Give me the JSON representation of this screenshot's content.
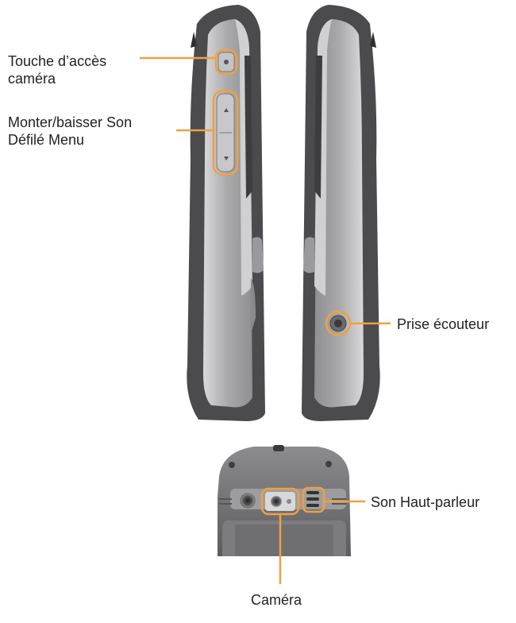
{
  "labels": {
    "camera_key_line1": "Touche d’accès",
    "camera_key_line2": "caméra",
    "volume_line1": "Monter/baisser Son",
    "volume_line2": "Défilé Menu",
    "earphone_jack": "Prise écouteur",
    "speaker": "Son Haut-parleur",
    "camera": "Caméra"
  },
  "colors": {
    "callout": "#F0A040",
    "body_dark": "#4b4b4d",
    "body_silver": "#b3b3b5",
    "background": "#ffffff"
  }
}
